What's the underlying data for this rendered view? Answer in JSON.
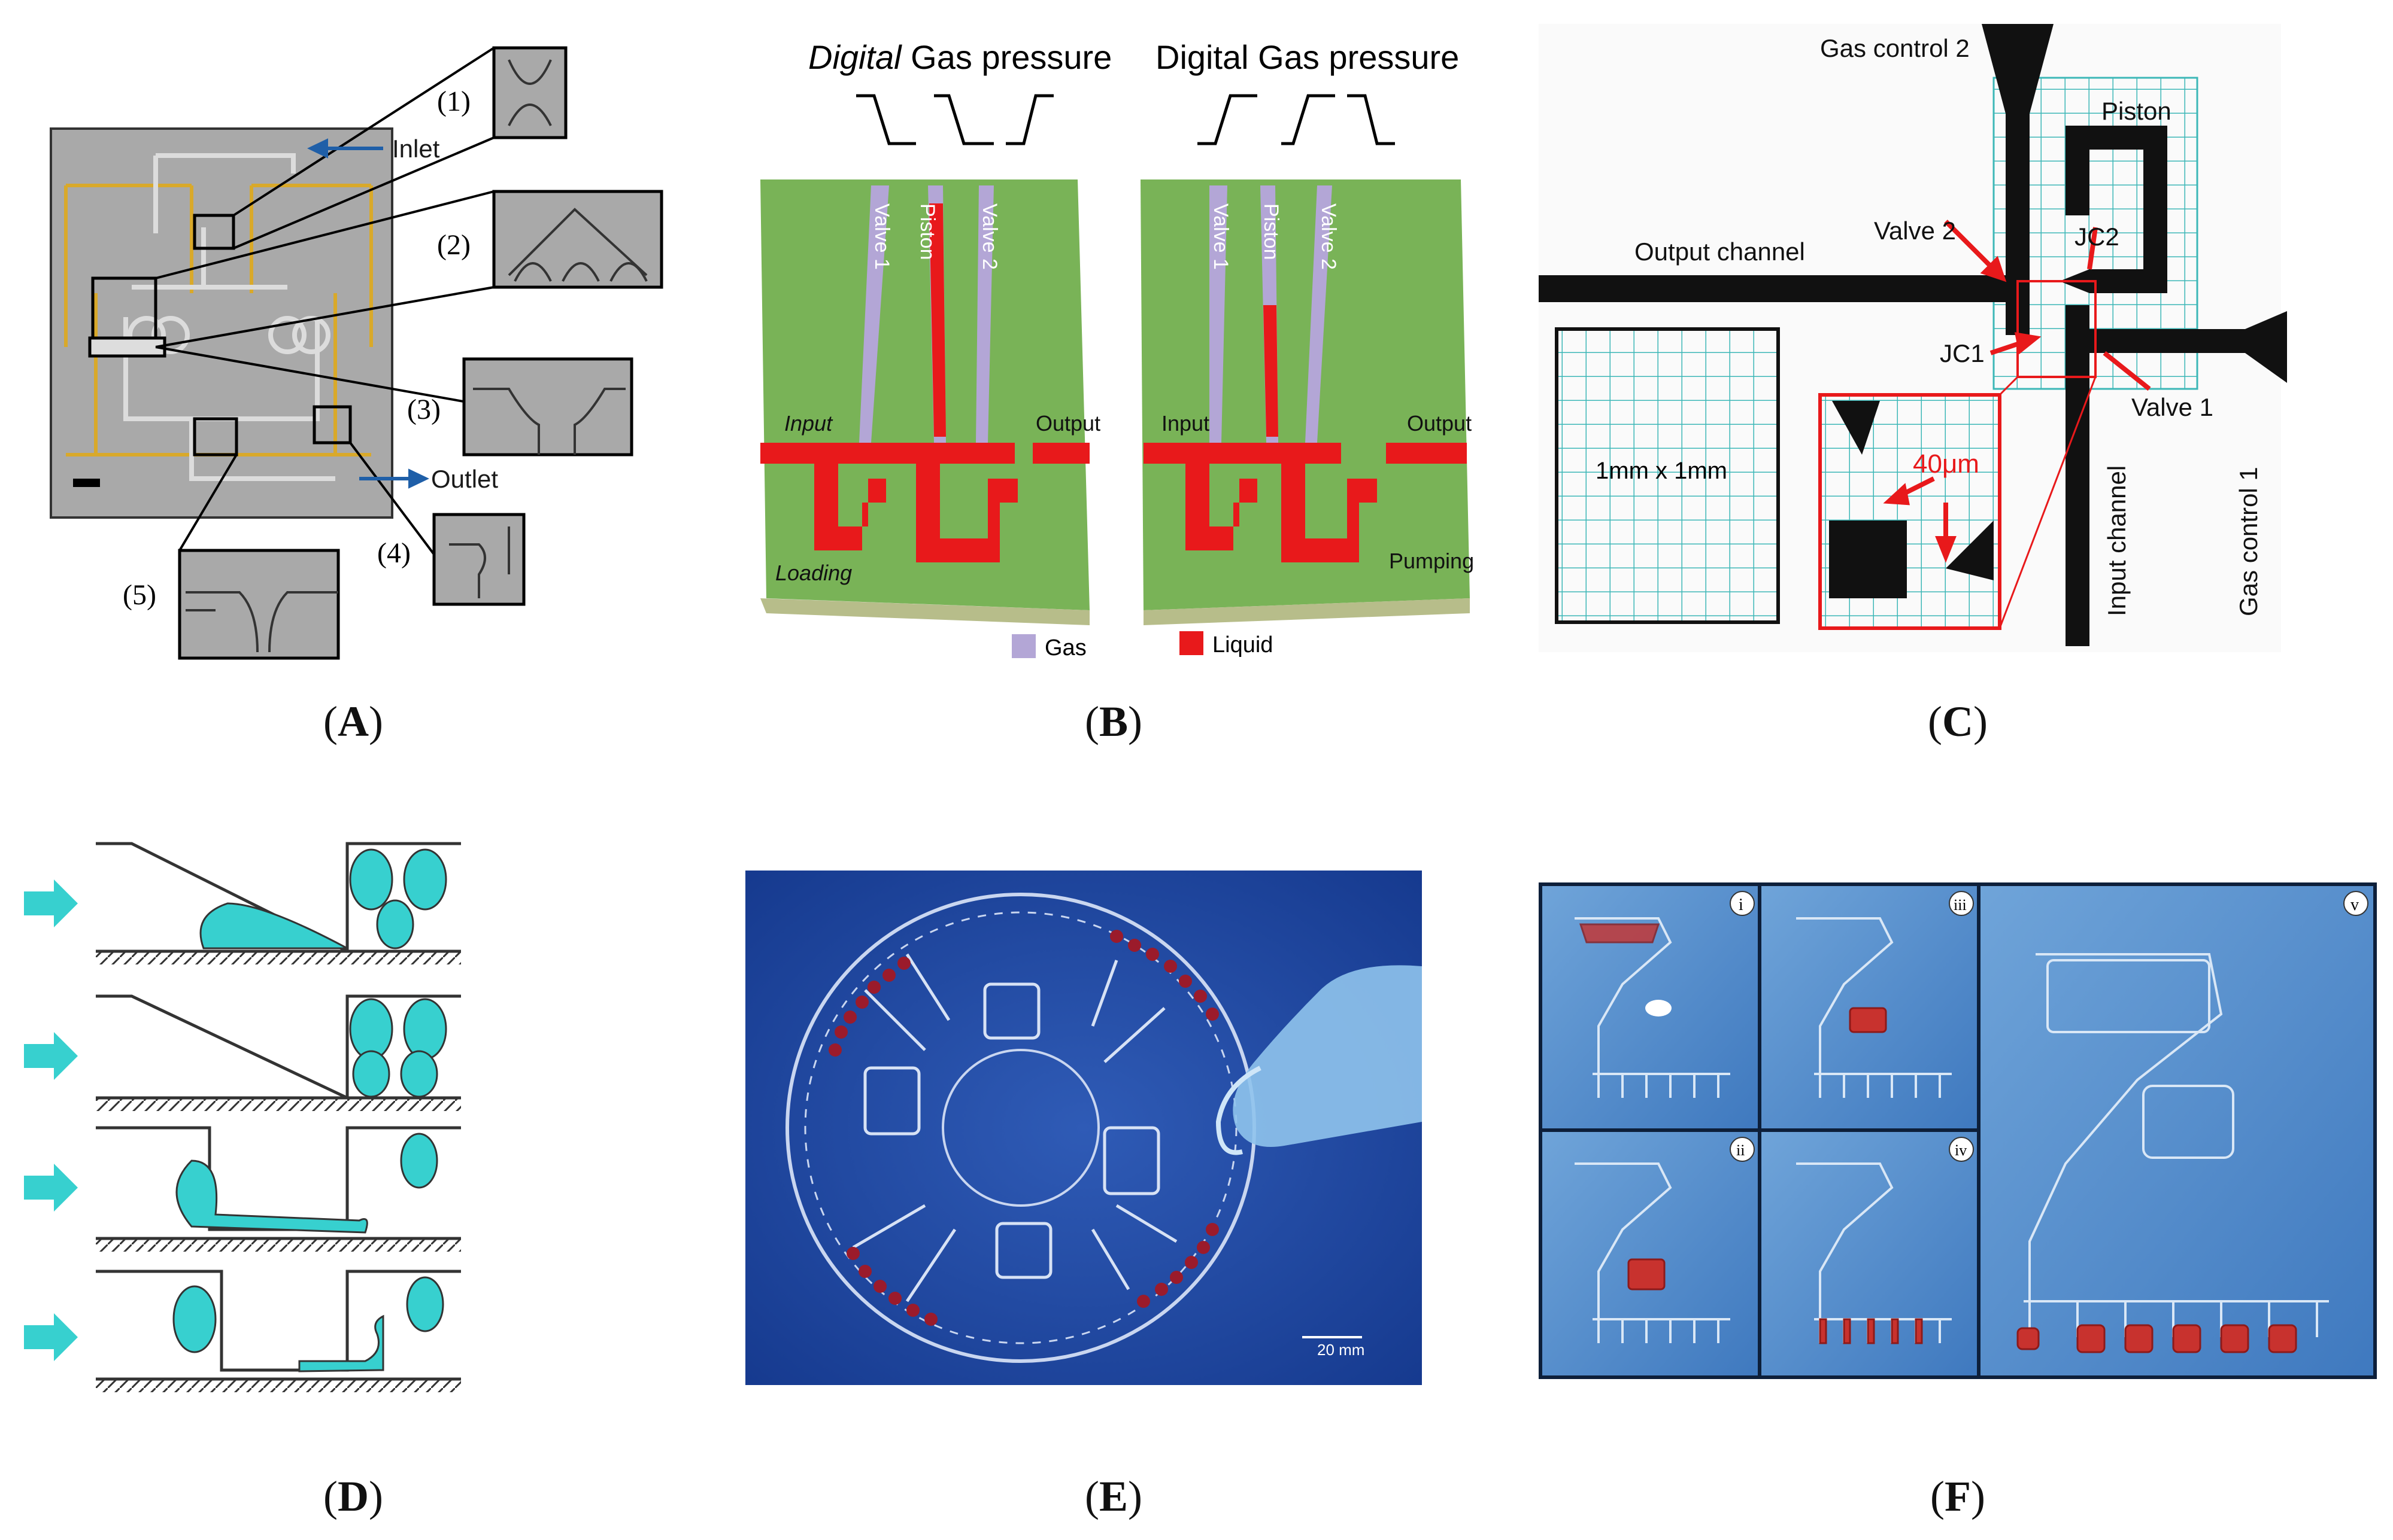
{
  "captions": {
    "A": "A",
    "B": "B",
    "C": "C",
    "D": "D",
    "E": "E",
    "F": "F"
  },
  "panel_a": {
    "inlet": "Inlet",
    "outlet": "Outlet",
    "insets": [
      "(1)",
      "(2)",
      "(3)",
      "(4)",
      "(5)"
    ]
  },
  "panel_b": {
    "title_left_italic": "Digital",
    "title_left_rest": " Gas pressure",
    "title_right": "Digital Gas pressure",
    "valve1": "Valve 1",
    "piston": "Piston",
    "valve2": "Valve 2",
    "input": "Input",
    "output": "Output",
    "loading": "Loading",
    "pumping": "Pumping",
    "legend_gas": "Gas",
    "legend_liquid": "Liquid",
    "colors": {
      "gas": "#b3a6d6",
      "liquid": "#e8191b",
      "chip": "#79b357"
    }
  },
  "panel_c": {
    "gas_control_2": "Gas control 2",
    "piston": "Piston",
    "output_channel": "Output channel",
    "valve2": "Valve 2",
    "jc2": "JC2",
    "jc1": "JC1",
    "valve1": "Valve 1",
    "scale_box": "1mm x 1mm",
    "micron": "40μm",
    "input_channel": "Input channel",
    "gas_control_1": "Gas control 1"
  },
  "panel_e": {
    "scale": "20 mm"
  },
  "panel_f": {
    "labels": [
      "i",
      "iii",
      "ii",
      "iv",
      "v"
    ]
  }
}
